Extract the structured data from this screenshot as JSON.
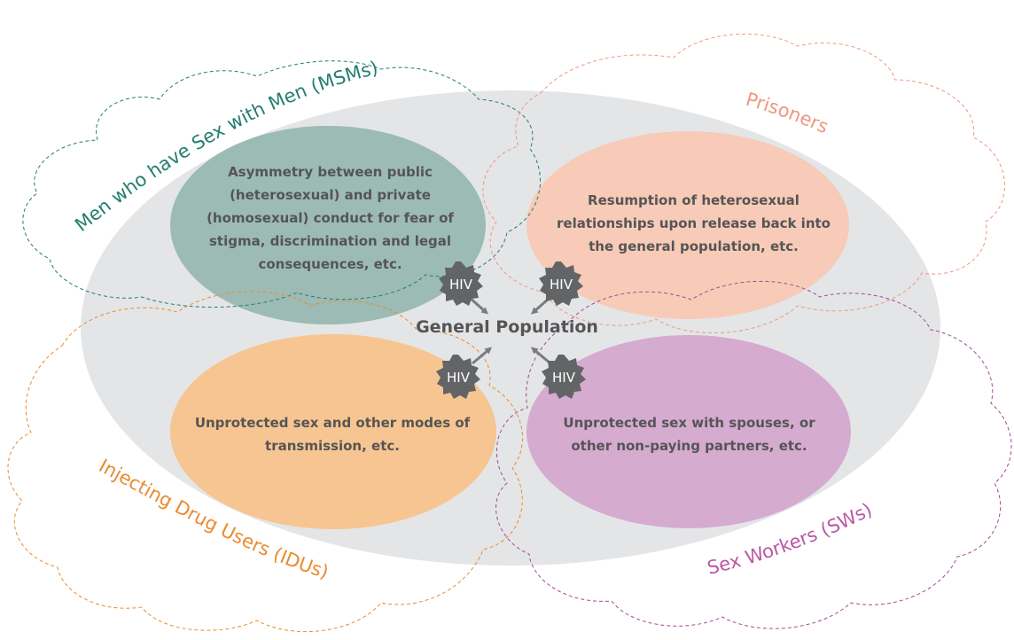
{
  "diagram": {
    "center_label": "General Population",
    "badge_label": "HIV",
    "groups": [
      {
        "id": "msm",
        "title": "Men who have Sex with Men (MSMs)",
        "title_color": "#237e70",
        "fill": "#9cbbb4",
        "outline": "#237e70",
        "description": "Asymmetry between public\n(heterosexual) and private\n(homosexual) conduct for fear of\nstigma, discrimination and legal\nconsequences, etc."
      },
      {
        "id": "prisoners",
        "title": "Prisoners",
        "title_color": "#ee9880",
        "fill": "#f7cbb8",
        "outline": "#ee9880",
        "description": "Resumption of heterosexual\nrelationships upon release back into\nthe general population, etc."
      },
      {
        "id": "idu",
        "title": "Injecting Drug Users (IDUs)",
        "title_color": "#ea8a2f",
        "fill": "#f7c591",
        "outline": "#ea8a2f",
        "description": "Unprotected sex and other modes of\ntransmission, etc."
      },
      {
        "id": "sw",
        "title": "Sex Workers (SWs)",
        "title_color": "#bb57a2",
        "fill": "#d5abd0",
        "outline": "#a34b95",
        "description": "Unprotected sex with spouses, or\nother non-paying partners, etc."
      }
    ],
    "colors": {
      "population_fill": "#e4e5e7",
      "badge_fill": "#636466",
      "arrow": "#7b7b7e",
      "text": "#555555"
    }
  }
}
